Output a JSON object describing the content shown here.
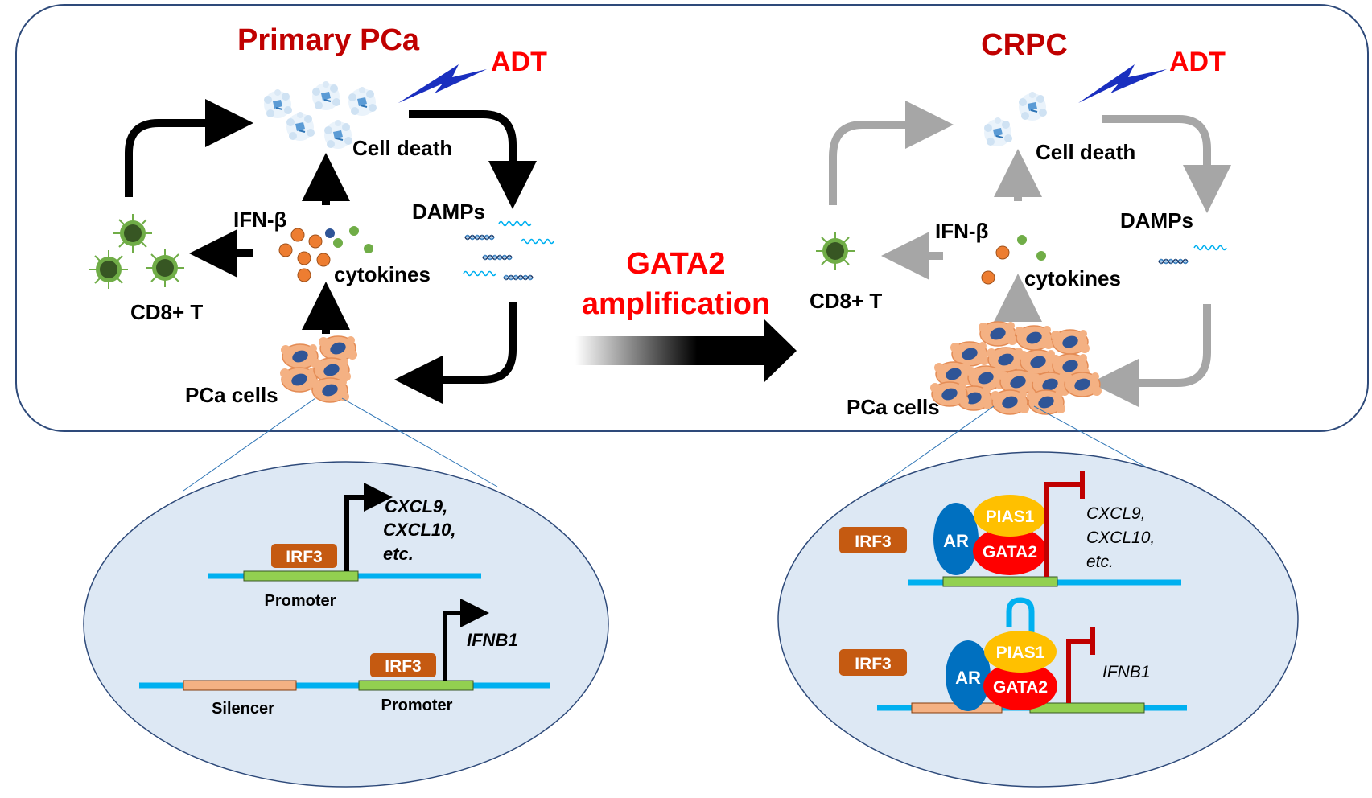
{
  "colors": {
    "panel_border": "#2e4a7a",
    "title_red": "#c00000",
    "adt_red": "#ff0000",
    "gata2_amp_red": "#ff0000",
    "lightning": "#1a2fbf",
    "black_arrow": "#000000",
    "grey_arrow": "#a6a6a6",
    "ellipse_fill": "#dde8f4",
    "dna_line": "#00b0f0",
    "promoter": "#92d050",
    "silencer": "#f4b183",
    "irf3": "#c55a11",
    "repress": "#c00000",
    "ar": "#0070c0",
    "pias1": "#ffc000",
    "gata2": "#ff0000",
    "cytokine_orange": "#ed7d31",
    "cytokine_green": "#70ad47",
    "cytokine_blue": "#2f5597",
    "cell_pink": "#f4b183",
    "cell_nucleus": "#2f5597",
    "tcell_green": "#70ad47",
    "tcell_dark": "#375623",
    "loop_cyan": "#00b0f0"
  },
  "left": {
    "title": "Primary PCa",
    "adt": "ADT",
    "cell_death": "Cell death",
    "damps": "DAMPs",
    "ifn_beta": "IFN-β",
    "cytokines": "cytokines",
    "cd8": "CD8+ T",
    "pca_cells": "PCa cells"
  },
  "middle": {
    "line1": "GATA2",
    "line2": "amplification"
  },
  "right": {
    "title": "CRPC",
    "adt": "ADT",
    "cell_death": "Cell death",
    "damps": "DAMPs",
    "ifn_beta": "IFN-β",
    "cytokines": "cytokines",
    "cd8": "CD8+ T",
    "pca_cells": "PCa cells"
  },
  "left_zoom": {
    "irf3_top": "IRF3",
    "genes_top_1": "CXCL9,",
    "genes_top_2": "CXCL10,",
    "genes_top_3": "etc.",
    "promoter_top": "Promoter",
    "irf3_bottom": "IRF3",
    "gene_bottom": "IFNB1",
    "silencer": "Silencer",
    "promoter_bottom": "Promoter"
  },
  "right_zoom": {
    "irf3_top": "IRF3",
    "ar_top": "AR",
    "pias1_top": "PIAS1",
    "gata2_top": "GATA2",
    "genes_top_1": "CXCL9,",
    "genes_top_2": "CXCL10,",
    "genes_top_3": "etc.",
    "irf3_bottom": "IRF3",
    "ar_bottom": "AR",
    "pias1_bottom": "PIAS1",
    "gata2_bottom": "GATA2",
    "gene_bottom": "IFNB1"
  }
}
